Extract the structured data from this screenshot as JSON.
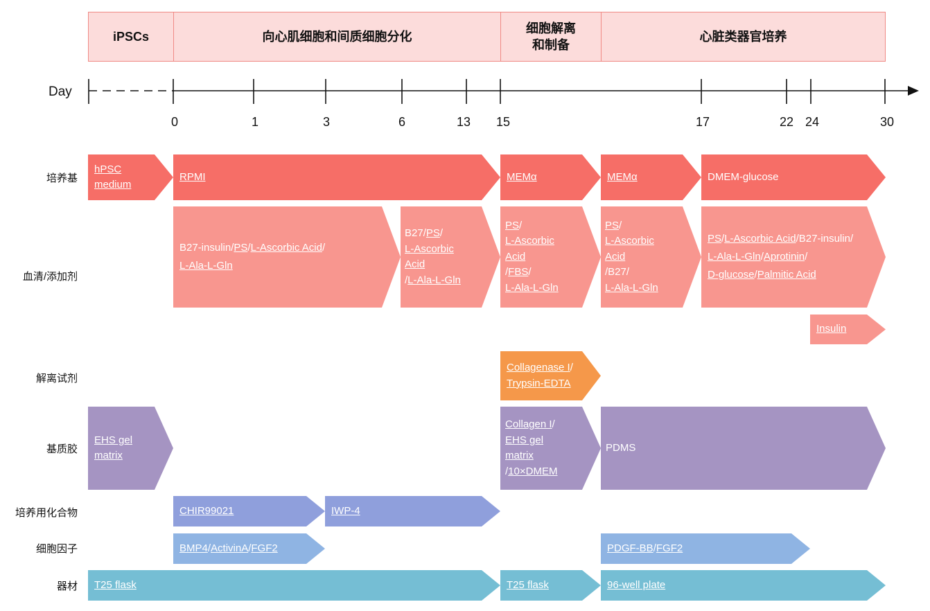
{
  "colors": {
    "phase_fill": "#fcdcdb",
    "phase_border": "#f08a85",
    "medium": "#f66e67",
    "serum": "#f8968f",
    "dissociation": "#f5984a",
    "matrix": "#a594c2",
    "compound": "#8f9fdc",
    "cytokine": "#8fb4e3",
    "equipment": "#75bed4"
  },
  "phases": [
    {
      "label": "iPSCs"
    },
    {
      "label": "向心肌细胞和间质细胞分化"
    },
    {
      "label": "细胞解离\n和制备"
    },
    {
      "label": "心脏类器官培养"
    }
  ],
  "timeline": {
    "label": "Day",
    "ticks": [
      "0",
      "1",
      "3",
      "6",
      "13",
      "15",
      "17",
      "22",
      "24",
      "30"
    ]
  },
  "rows": [
    {
      "label": "培养基"
    },
    {
      "label": "血清/添加剂"
    },
    {
      "label": "解离试剂"
    },
    {
      "label": "基质胶"
    },
    {
      "label": "培养用化合物"
    },
    {
      "label": "细胞因子"
    },
    {
      "label": "器材"
    }
  ],
  "bars": [
    {
      "row": "培养基",
      "lines": [
        [
          {
            "t": "hPSC",
            "u": true
          }
        ],
        [
          {
            "t": "medium",
            "u": true
          }
        ]
      ]
    },
    {
      "row": "培养基",
      "lines": [
        [
          {
            "t": "RPMI",
            "u": true
          }
        ]
      ]
    },
    {
      "row": "培养基",
      "lines": [
        [
          {
            "t": "MEMα",
            "u": true
          }
        ]
      ]
    },
    {
      "row": "培养基",
      "lines": [
        [
          {
            "t": "MEMα",
            "u": true
          }
        ]
      ]
    },
    {
      "row": "培养基",
      "lines": [
        [
          {
            "t": "DMEM-glucose",
            "u": false
          }
        ]
      ]
    },
    {
      "row": "血清/添加剂",
      "lines": [
        [
          {
            "t": "B27-insulin",
            "u": false
          },
          {
            "t": "/",
            "u": false
          },
          {
            "t": "PS",
            "u": true
          },
          {
            "t": "/",
            "u": false
          },
          {
            "t": "L-Ascorbic Acid",
            "u": true
          },
          {
            "t": "/",
            "u": false
          }
        ],
        [
          {
            "t": "L-Ala-L-Gln",
            "u": true
          }
        ]
      ]
    },
    {
      "row": "血清/添加剂",
      "lines": [
        [
          {
            "t": "B27",
            "u": false
          },
          {
            "t": "/",
            "u": false
          },
          {
            "t": "PS",
            "u": true
          },
          {
            "t": "/",
            "u": false
          }
        ],
        [
          {
            "t": "L-Ascorbic",
            "u": true
          }
        ],
        [
          {
            "t": "Acid",
            "u": true
          }
        ],
        [
          {
            "t": "/",
            "u": false
          },
          {
            "t": "L-Ala-L-Gln",
            "u": true
          }
        ]
      ]
    },
    {
      "row": "血清/添加剂",
      "lines": [
        [
          {
            "t": "PS",
            "u": true
          },
          {
            "t": "/",
            "u": false
          }
        ],
        [
          {
            "t": "L-Ascorbic",
            "u": true
          }
        ],
        [
          {
            "t": "Acid",
            "u": true
          }
        ],
        [
          {
            "t": "/",
            "u": false
          },
          {
            "t": "FBS",
            "u": true
          },
          {
            "t": "/",
            "u": false
          }
        ],
        [
          {
            "t": "L-Ala-L-Gln",
            "u": true
          }
        ]
      ]
    },
    {
      "row": "血清/添加剂",
      "lines": [
        [
          {
            "t": "PS",
            "u": true
          },
          {
            "t": "/",
            "u": false
          }
        ],
        [
          {
            "t": "L-Ascorbic",
            "u": true
          }
        ],
        [
          {
            "t": "Acid",
            "u": true
          }
        ],
        [
          {
            "t": "/B27/",
            "u": false
          }
        ],
        [
          {
            "t": "L-Ala-L-Gln",
            "u": true
          }
        ]
      ]
    },
    {
      "row": "血清/添加剂",
      "lines": [
        [
          {
            "t": "PS",
            "u": true
          },
          {
            "t": "/",
            "u": false
          },
          {
            "t": "L-Ascorbic Acid",
            "u": true
          },
          {
            "t": "/B27-insulin/",
            "u": false
          }
        ],
        [
          {
            "t": "L-Ala-L-Gln",
            "u": true
          },
          {
            "t": "/",
            "u": false
          },
          {
            "t": "Aprotinin",
            "u": true
          },
          {
            "t": "/",
            "u": false
          }
        ],
        [
          {
            "t": "D-glucose",
            "u": true
          },
          {
            "t": "/",
            "u": false
          },
          {
            "t": "Palmitic Acid",
            "u": true
          }
        ]
      ]
    },
    {
      "row": "血清/添加剂",
      "lines": [
        [
          {
            "t": "Insulin",
            "u": true
          }
        ]
      ]
    },
    {
      "row": "解离试剂",
      "lines": [
        [
          {
            "t": "Collagenase I",
            "u": true
          },
          {
            "t": "/",
            "u": false
          }
        ],
        [
          {
            "t": "Trypsin-EDTA",
            "u": true
          }
        ]
      ]
    },
    {
      "row": "基质胶",
      "lines": [
        [
          {
            "t": "EHS gel",
            "u": true
          }
        ],
        [
          {
            "t": "matrix",
            "u": true
          }
        ]
      ]
    },
    {
      "row": "基质胶",
      "lines": [
        [
          {
            "t": "Collagen I",
            "u": true
          },
          {
            "t": "/",
            "u": false
          }
        ],
        [
          {
            "t": "EHS gel",
            "u": true
          }
        ],
        [
          {
            "t": "matrix",
            "u": true
          }
        ],
        [
          {
            "t": "/",
            "u": false
          },
          {
            "t": "10×DMEM",
            "u": true
          }
        ]
      ]
    },
    {
      "row": "基质胶",
      "lines": [
        [
          {
            "t": "PDMS",
            "u": false
          }
        ]
      ]
    },
    {
      "row": "培养用化合物",
      "lines": [
        [
          {
            "t": "CHIR99021",
            "u": true
          }
        ]
      ]
    },
    {
      "row": "培养用化合物",
      "lines": [
        [
          {
            "t": "IWP-4",
            "u": true
          }
        ]
      ]
    },
    {
      "row": "细胞因子",
      "lines": [
        [
          {
            "t": "BMP4",
            "u": true
          },
          {
            "t": "/",
            "u": false
          },
          {
            "t": "ActivinA",
            "u": true
          },
          {
            "t": "/",
            "u": false
          },
          {
            "t": "FGF2",
            "u": true
          }
        ]
      ]
    },
    {
      "row": "细胞因子",
      "lines": [
        [
          {
            "t": "PDGF-BB",
            "u": true
          },
          {
            "t": "/",
            "u": false
          },
          {
            "t": "FGF2",
            "u": true
          }
        ]
      ]
    },
    {
      "row": "器材",
      "lines": [
        [
          {
            "t": "T25 flask",
            "u": true
          }
        ]
      ]
    },
    {
      "row": "器材",
      "lines": [
        [
          {
            "t": "T25 flask",
            "u": true
          }
        ]
      ]
    },
    {
      "row": "器材",
      "lines": [
        [
          {
            "t": "96-well plate",
            "u": true
          }
        ]
      ]
    }
  ]
}
